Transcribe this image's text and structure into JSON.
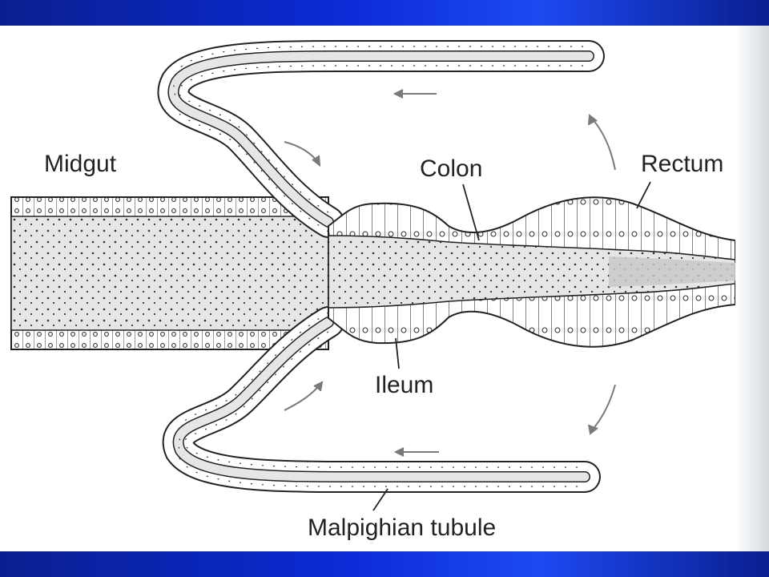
{
  "labels": {
    "midgut": "Midgut",
    "colon": "Colon",
    "rectum": "Rectum",
    "ileum": "Ileum",
    "malpighian_tubule": "Malpighian tubule"
  },
  "colors": {
    "band": "#0b2bd6",
    "line": "#222222",
    "lumen": "#e6e6e6",
    "arrow": "#7a7a7a"
  },
  "icons": [
    "flow-arrow",
    "cell-nucleus"
  ]
}
